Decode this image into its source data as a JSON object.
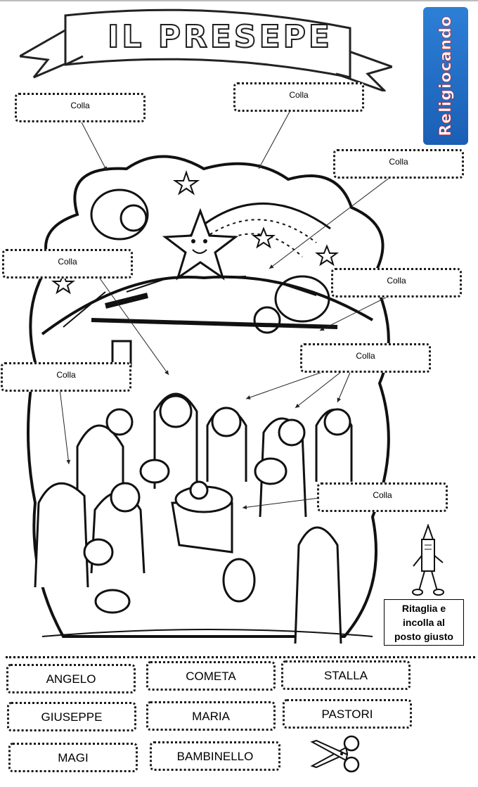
{
  "title": "Il presepe",
  "logo": {
    "text": "Religiocando",
    "colors": {
      "primary": "#1a5fb5",
      "accent": "#d31d1d"
    }
  },
  "glue_label": "Colla",
  "glue_boxes": [
    "Colla",
    "Colla",
    "Colla",
    "Colla",
    "Colla",
    "Colla",
    "Colla",
    "Colla"
  ],
  "instruction": [
    "Ritaglia e",
    "incolla al",
    "posto giusto"
  ],
  "words": [
    "ANGELO",
    "COMETA",
    "STALLA",
    "GIUSEPPE",
    "MARIA",
    "PASTORI",
    "MAGI",
    "BAMBINELLO"
  ],
  "icons": [
    "scissors-icon",
    "pencil-mascot-icon",
    "star-icon",
    "comet-icon"
  ]
}
